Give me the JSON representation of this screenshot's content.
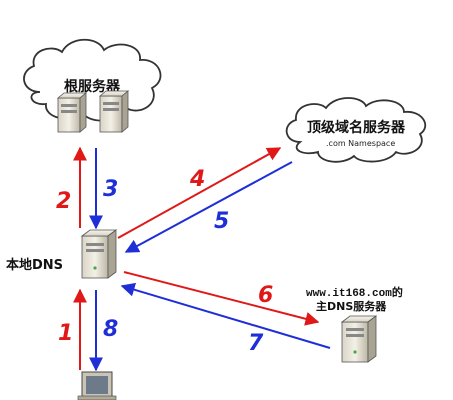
{
  "nodes": {
    "root": {
      "label": "根服务器"
    },
    "tld": {
      "label": "顶级域名服务器",
      "sublabel": ".com Namespace"
    },
    "local": {
      "label": "本地DNS"
    },
    "primary": {
      "label_line1": "www.it168.com的",
      "label_line2": "主DNS服务器"
    }
  },
  "steps": [
    {
      "n": "1",
      "color": "#e01818"
    },
    {
      "n": "2",
      "color": "#e01818"
    },
    {
      "n": "3",
      "color": "#1e2fd8"
    },
    {
      "n": "4",
      "color": "#e01818"
    },
    {
      "n": "5",
      "color": "#1e2fd8"
    },
    {
      "n": "6",
      "color": "#e01818"
    },
    {
      "n": "7",
      "color": "#1e2fd8"
    },
    {
      "n": "8",
      "color": "#1e2fd8"
    }
  ],
  "colors": {
    "request": "#e01818",
    "response": "#1e2fd8",
    "cloud_stroke": "#333333"
  }
}
